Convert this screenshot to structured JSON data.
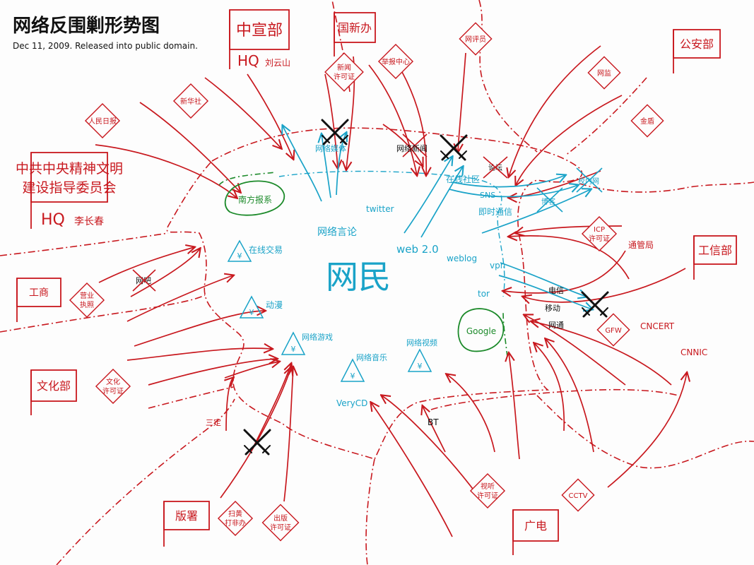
{
  "title": "网络反围剿形势图",
  "subtitle": "Dec 11, 2009. Released into public domain.",
  "center": "网民",
  "colors": {
    "red": "#c8181e",
    "blue": "#1aa3c8",
    "green": "#1c8a2a",
    "black": "#111111"
  },
  "agencies": {
    "propaganda": "中宣部",
    "propaganda_hq": "HQ",
    "propaganda_hq_person": "刘云山",
    "sco": "国新办",
    "police": "公安部",
    "miit": "工信部",
    "civilization": [
      "中共中央精神文明",
      "建设指导委员会"
    ],
    "civilization_hq": "HQ",
    "civilization_hq_person": "李长春",
    "aic": "工商",
    "culture": "文化部",
    "press": "版署",
    "sarft": "广电"
  },
  "red_labels": {
    "tongguanju": "通管局",
    "cncert": "CNCERT",
    "cnnic": "CNNIC",
    "sanding": "三定"
  },
  "diamonds": {
    "renmin": "人民日报",
    "xinhua": "新华社",
    "news_license": [
      "新闻",
      "许可证"
    ],
    "report_center": "举报中心",
    "commentator": "网评员",
    "police_net": "网监",
    "golden_shield": "金盾",
    "icp": [
      "ICP",
      "许可证"
    ],
    "gfw": "GFW",
    "business_license": [
      "营业",
      "执照"
    ],
    "culture_license": [
      "文化",
      "许可证"
    ],
    "antiporn": [
      "扫黄",
      "打非办"
    ],
    "publishing_license": [
      "出版",
      "许可证"
    ],
    "av_license": [
      "视听",
      "许可证"
    ],
    "cctv": "CCTV"
  },
  "black_labels": {
    "net_news": "网络新闻",
    "telecom": "电信",
    "mobile": "移动",
    "unicom": "网通"
  },
  "crossed": {
    "net_media": "网络媒体",
    "forum": "论坛",
    "net_cafe": "网吧",
    "blog": "博客",
    "social": "校内网",
    "bt": "BT"
  },
  "blue_labels": {
    "twitter": "twitter",
    "online_speech": "网络言论",
    "web20": "web 2.0",
    "online_community": "在线社区",
    "sns": "SNS",
    "im": "即时通信",
    "weblog": "weblog",
    "vpn": "vpn",
    "tor": "tor",
    "verycd": "VeryCD"
  },
  "yuan_items": {
    "online_trade": "在线交易",
    "anime": "动漫",
    "online_game": "网络游戏",
    "online_music": "网络音乐",
    "online_video": "网络视频",
    "yuan": "¥"
  },
  "green_labels": {
    "southern": "南方报系",
    "google": "Google"
  }
}
